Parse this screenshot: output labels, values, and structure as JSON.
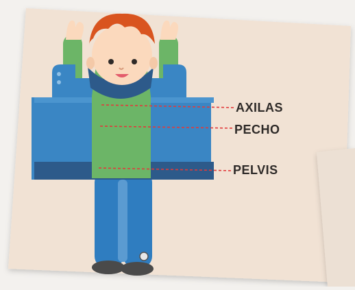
{
  "labels": {
    "axilas": "AXILAS",
    "pecho": "PECHO",
    "pelvis": "PELVIS"
  },
  "colors": {
    "card": "#f1e2d4",
    "vest_blue": "#3a86c4",
    "vest_dark": "#2d5a8a",
    "shirt_green": "#6cb567",
    "hair": "#d9541f",
    "skin": "#fbd9bd",
    "guide_line": "#e23a3a"
  }
}
